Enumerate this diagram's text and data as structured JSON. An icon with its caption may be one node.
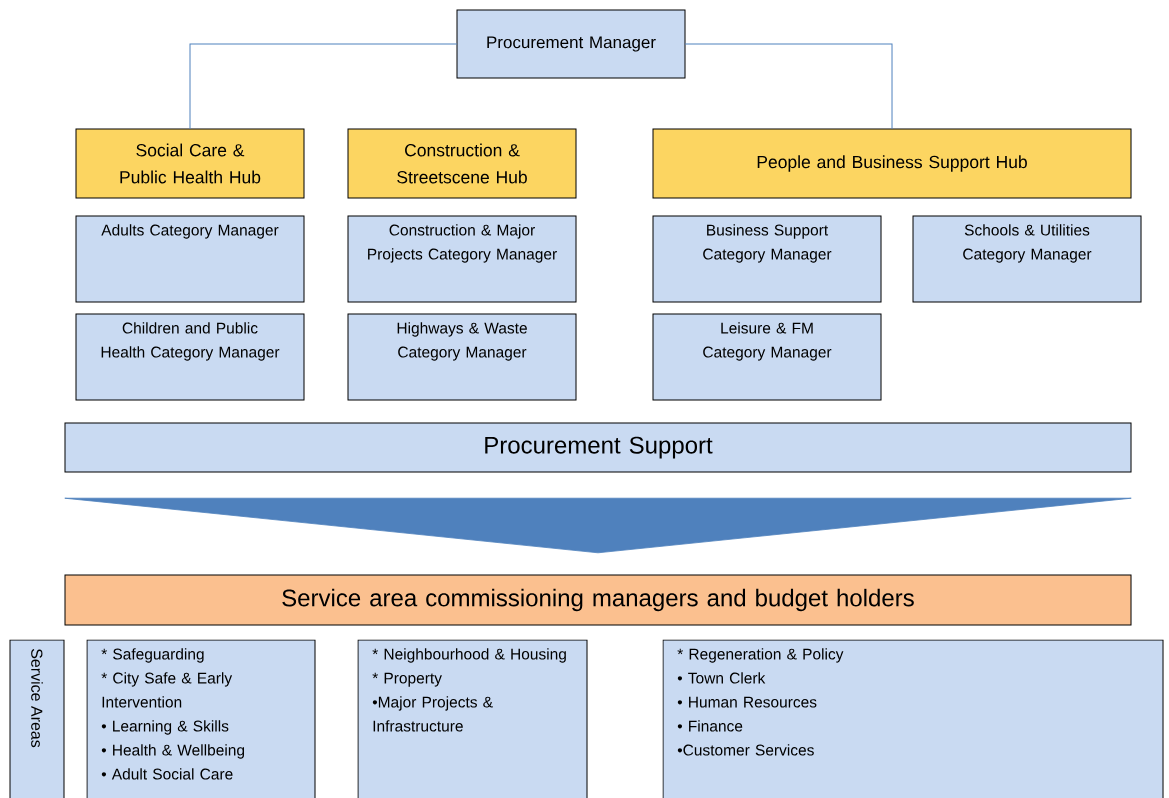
{
  "diagram": {
    "nodes": [
      {
        "text": [
          "Procurement Manager"
        ]
      },
      {
        "text": [
          "Social Care & Public Health Hub"
        ]
      },
      {
        "text": [
          "Construction & Streetscene Hub"
        ]
      },
      {
        "text": [
          "People and Business Support  Hub"
        ]
      },
      {
        "text": [
          "Adults Category Manager"
        ]
      },
      {
        "text": [
          "Children and Public Health Category Manager"
        ]
      },
      {
        "text": [
          "Construction & Major Projects Category Manager"
        ]
      },
      {
        "text": [
          "Highways & Waste Category Manager"
        ]
      },
      {
        "text": [
          "Business Support Category Manager"
        ]
      },
      {
        "text": [
          "Leisure & FM Category Manager"
        ]
      },
      {
        "text": [
          "Schools & Utilities Category Manager"
        ]
      },
      {
        "text": [
          "Procurement Support"
        ]
      },
      {
        "text": [
          "Service area commissioning managers and budget holders"
        ]
      },
      {
        "text": [
          "Service Areas"
        ]
      },
      {
        "text": [
          "* Safeguarding",
          "* City Safe & Early Intervention",
          "• Learning & Skills",
          "• Health & Wellbeing",
          "• Adult Social Care"
        ]
      },
      {
        "text": [
          "* Neighbourhood & Housing",
          "* Property",
          "•Major Projects & Infrastructure"
        ]
      },
      {
        "text": [
          "* Regeneration & Policy",
          "• Town Clerk",
          "• Human Resources",
          "• Finance",
          "•Customer Services"
        ]
      }
    ],
    "edges": [
      {
        "from": 0,
        "to": 1,
        "arrow": "none"
      },
      {
        "from": 0,
        "to": 3,
        "arrow": "none"
      },
      {
        "from": 11,
        "to": 12,
        "arrow": "to",
        "style": "thick"
      }
    ]
  }
}
